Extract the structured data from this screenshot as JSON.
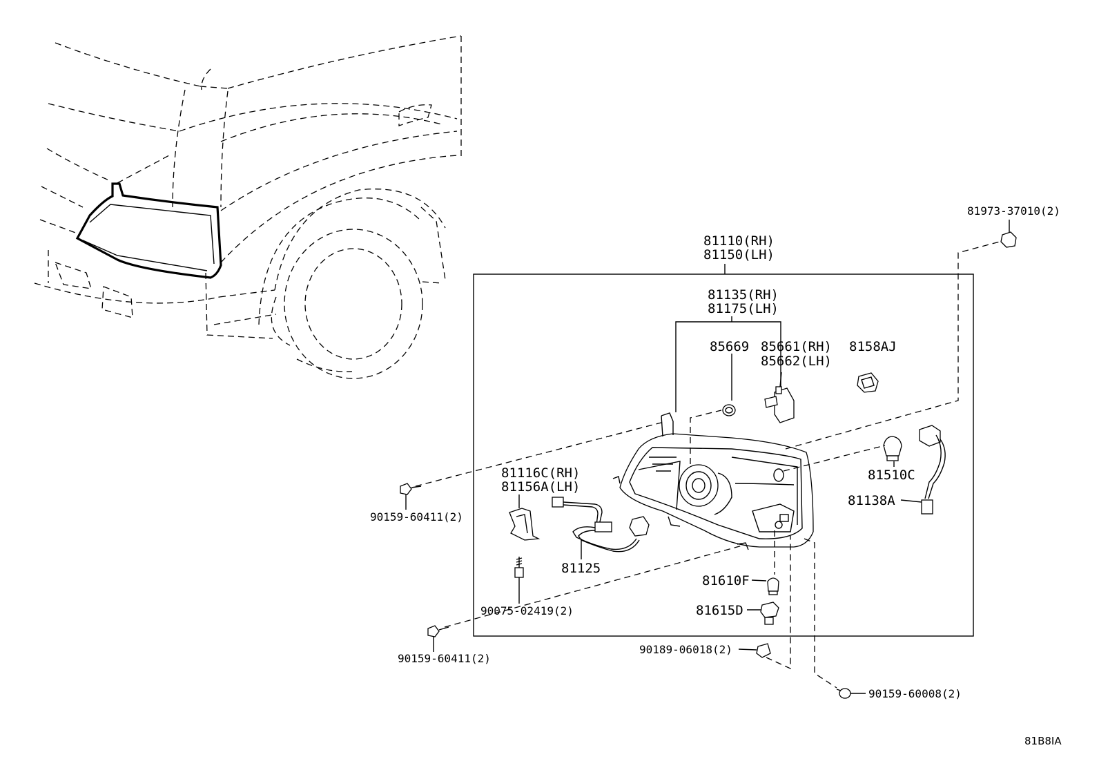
{
  "labels": {
    "p81110": "81110(RH)",
    "p81150": "81150(LH)",
    "p81135": "81135(RH)",
    "p81175": "81175(LH)",
    "p85669": "85669",
    "p85661": "85661(RH)",
    "p85662": "85662(LH)",
    "p8158AJ": "8158AJ",
    "p81973": "81973-37010(2)",
    "p81510C": "81510C",
    "p81138A": "81138A",
    "p81116C": "81116C(RH)",
    "p81156A": "81156A(LH)",
    "p81125": "81125",
    "p81610F": "81610F",
    "p81615D": "81615D",
    "p90159_a": "90159-60411(2)",
    "p90075": "90075-02419(2)",
    "p90159_b": "90159-60411(2)",
    "p90189": "90189-06018(2)",
    "p90159_c": "90159-60008(2)",
    "figure_code": "81B8IA"
  }
}
